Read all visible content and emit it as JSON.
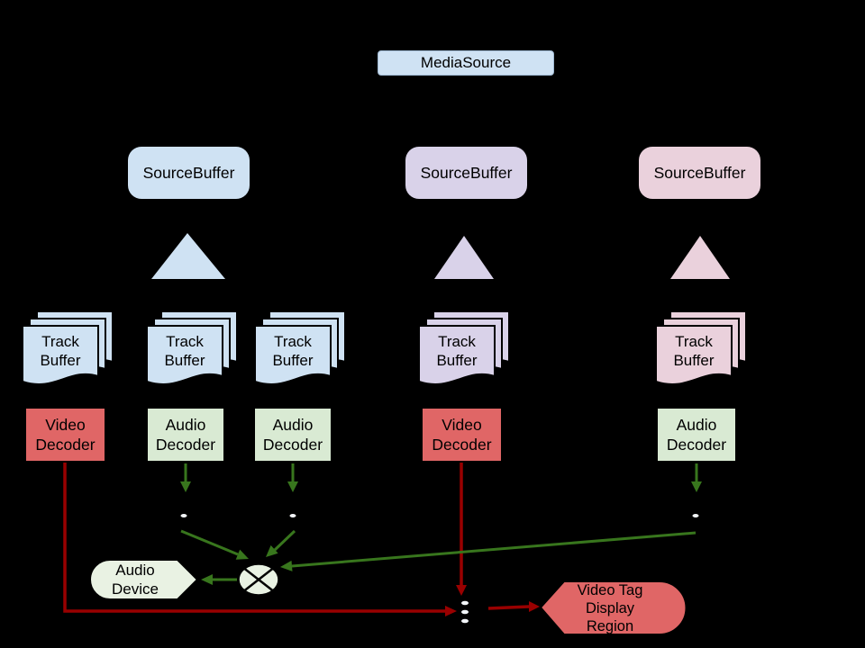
{
  "diagram": {
    "background": "#000000",
    "media_source": {
      "label": "MediaSource",
      "fill": "#cfe2f3"
    },
    "source_buffers": [
      {
        "label": "SourceBuffer",
        "fill": "#cfe2f3"
      },
      {
        "label": "SourceBuffer",
        "fill": "#d9d2e9"
      },
      {
        "label": "SourceBuffer",
        "fill": "#ead1dc"
      }
    ],
    "funnels": [
      {
        "fill": "#cfe2f3"
      },
      {
        "fill": "#d9d2e9"
      },
      {
        "fill": "#ead1dc"
      }
    ],
    "track_buffer_stacks": [
      {
        "line1": "Track",
        "line2": "Buffer",
        "fill": "#cfe2f3"
      },
      {
        "line1": "Track",
        "line2": "Buffer",
        "fill": "#cfe2f3"
      },
      {
        "line1": "Track",
        "line2": "Buffer",
        "fill": "#cfe2f3"
      },
      {
        "line1": "Track",
        "line2": "Buffer",
        "fill": "#d9d2e9"
      },
      {
        "line1": "Track",
        "line2": "Buffer",
        "fill": "#ead1dc"
      }
    ],
    "decoders": [
      {
        "line1": "Video",
        "line2": "Decoder",
        "kind": "video",
        "fill": "#e06666"
      },
      {
        "line1": "Audio",
        "line2": "Decoder",
        "kind": "audio",
        "fill": "#d9ead3"
      },
      {
        "line1": "Audio",
        "line2": "Decoder",
        "kind": "audio",
        "fill": "#d9ead3"
      },
      {
        "line1": "Video",
        "line2": "Decoder",
        "kind": "video",
        "fill": "#e06666"
      },
      {
        "line1": "Audio",
        "line2": "Decoder",
        "kind": "audio",
        "fill": "#d9ead3"
      }
    ],
    "audio_device": {
      "line1": "Audio",
      "line2": "Device",
      "fill": "#e9f2e3"
    },
    "mixer": {
      "fill": "#e9f2e3"
    },
    "video_tag_display": {
      "line1": "Video Tag",
      "line2": "Display",
      "line3": "Region",
      "fill": "#e06666"
    },
    "flow_colors": {
      "audio": "#38761d",
      "video": "#990000"
    },
    "dot_color": "#f2f5f8"
  }
}
